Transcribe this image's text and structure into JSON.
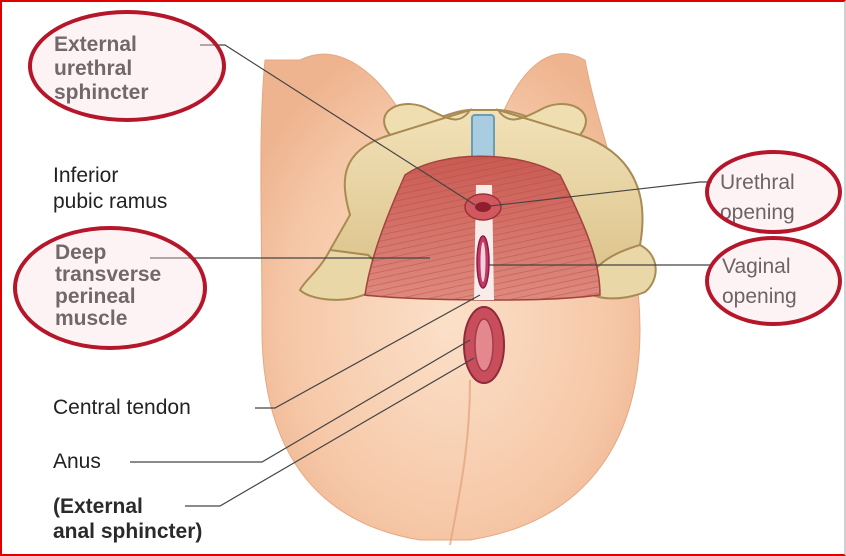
{
  "labels": {
    "external_urethral_sphincter": [
      "External",
      "urethral",
      "sphincter"
    ],
    "inferior_pubic_ramus": [
      "Inferior",
      "pubic ramus"
    ],
    "deep_transverse_perineal_muscle": [
      "Deep",
      "transverse",
      "perineal",
      "muscle"
    ],
    "central_tendon": "Central tendon",
    "anus": "Anus",
    "external_anal_sphincter": [
      "(External",
      "anal sphincter)"
    ],
    "urethral_opening": [
      "Urethral",
      "opening"
    ],
    "vaginal_opening": [
      "Vaginal",
      "opening"
    ]
  },
  "colors": {
    "highlight_ring": "#b5162a",
    "frame": "#e00000",
    "skin": "#f6c8a8",
    "muscle": "#d46f63",
    "bone": "#e8d4a2"
  }
}
